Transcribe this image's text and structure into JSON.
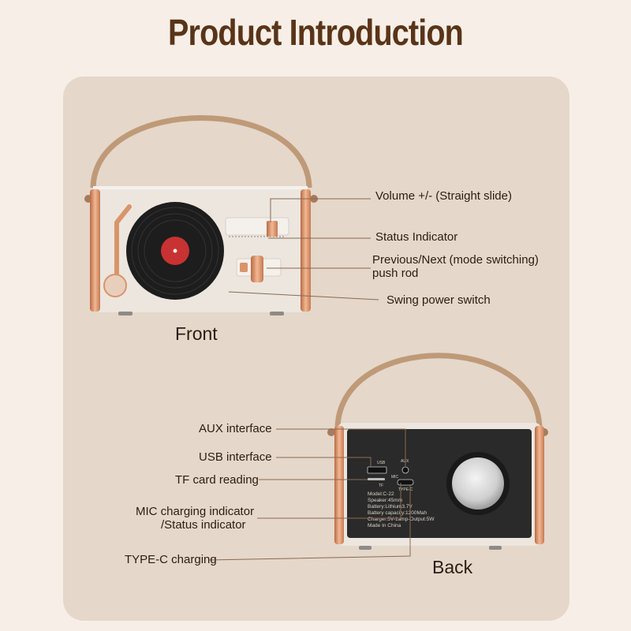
{
  "title": "Product Introduction",
  "front": {
    "caption": "Front",
    "labels": {
      "volume": "Volume +/-  (Straight slide)",
      "status": "Status Indicator",
      "prev_next_line1": "Previous/Next (mode switching)",
      "prev_next_line2": "push rod",
      "power": "Swing power switch"
    }
  },
  "back": {
    "caption": "Back",
    "labels": {
      "aux": "AUX interface",
      "usb": "USB interface",
      "tf": "TF card reading",
      "mic_line1": "MIC charging indicator",
      "mic_line2": "/Status indicator",
      "typec": "TYPE-C charging"
    },
    "port_labels": {
      "usb": "USB",
      "tf": "TF",
      "aux": "AUX",
      "mic": "MIC",
      "typec": "TYPE-C"
    },
    "specs": [
      "Model:C-22",
      "Speaker:45mm",
      "Battery:Lithium3.7V",
      "Battery capacity:1200Mah",
      "Charger:5V-1amp-Output:5W",
      "Made In China"
    ]
  },
  "colors": {
    "page_bg": "#f7efe7",
    "panel_bg": "#e5d7ca",
    "title": "#5a3418",
    "body_cream": "#ece6df",
    "copper": "#d9956a",
    "strap": "#bf9a78",
    "back_plate": "#2a2a2a"
  }
}
